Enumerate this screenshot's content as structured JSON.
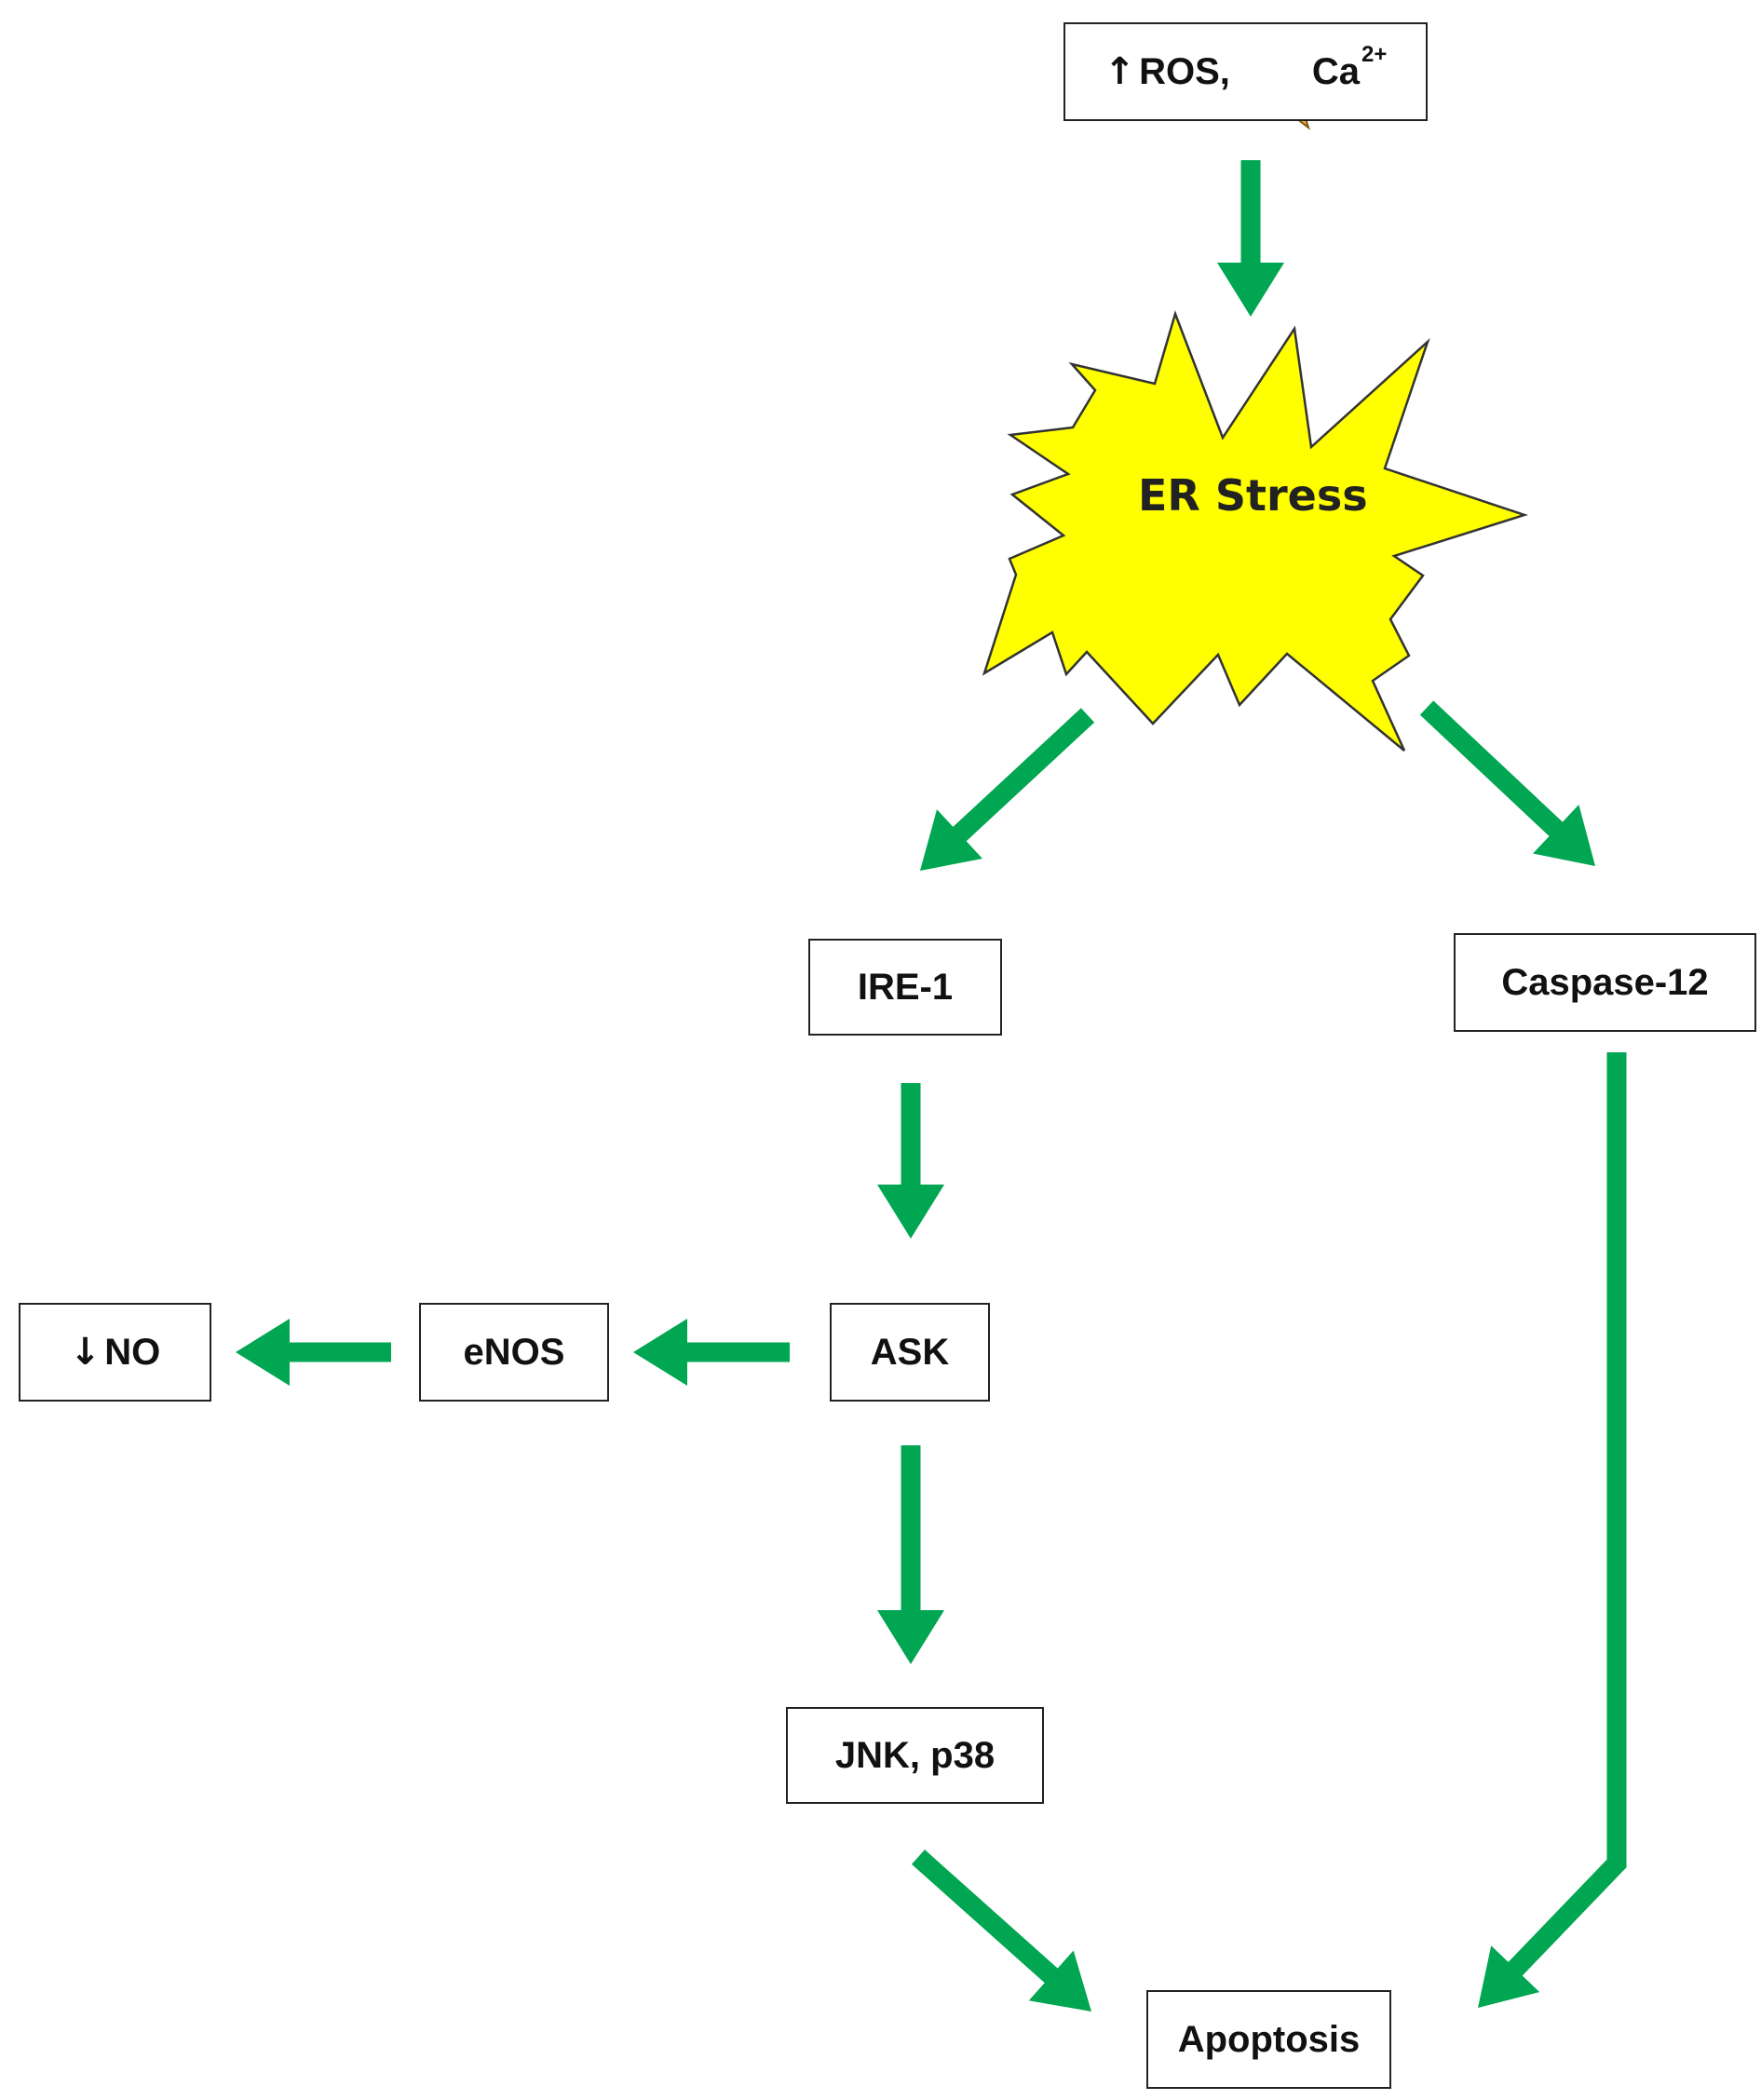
{
  "colors": {
    "arrow": "#00a651",
    "burst_fill": "#ffff00",
    "box_border": "#222222",
    "bolt_fill": "#f5b335"
  },
  "trigger": {
    "up_arrow": "↑",
    "ros_label": "ROS,",
    "lightning_icon": "lightning-bolt-icon",
    "ca_label": "Ca",
    "ca_charge": "2+"
  },
  "nodes": {
    "er_stress": "ER Stress",
    "ire1": "IRE-1",
    "caspase12": "Caspase-12",
    "ask": "ASK",
    "enos": "eNOS",
    "no_down_arrow": "↓",
    "no_label": "NO",
    "jnk_p38": "JNK, p38",
    "apoptosis": "Apoptosis"
  },
  "edges": [
    {
      "from": "trigger",
      "to": "er_stress"
    },
    {
      "from": "er_stress",
      "to": "ire1"
    },
    {
      "from": "er_stress",
      "to": "caspase12"
    },
    {
      "from": "ire1",
      "to": "ask"
    },
    {
      "from": "ask",
      "to": "enos"
    },
    {
      "from": "enos",
      "to": "no"
    },
    {
      "from": "ask",
      "to": "jnk_p38"
    },
    {
      "from": "jnk_p38",
      "to": "apoptosis"
    },
    {
      "from": "caspase12",
      "to": "apoptosis"
    }
  ]
}
